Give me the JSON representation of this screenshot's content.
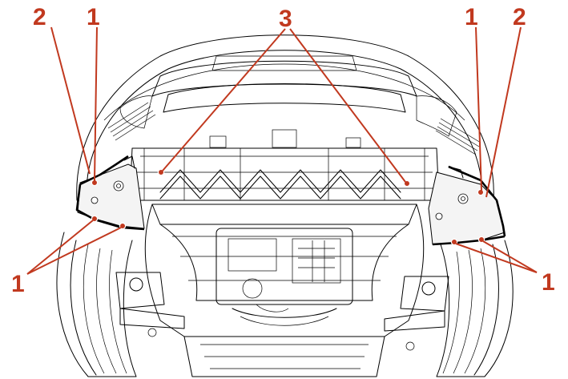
{
  "callouts": {
    "top_left_outer": "2",
    "top_left_inner": "1",
    "top_center": "3",
    "top_right_inner": "1",
    "top_right_outer": "2",
    "bottom_left": "1",
    "bottom_right": "1"
  },
  "colors": {
    "callout": "#c1391f",
    "line_art": "#000000",
    "background": "#ffffff"
  }
}
